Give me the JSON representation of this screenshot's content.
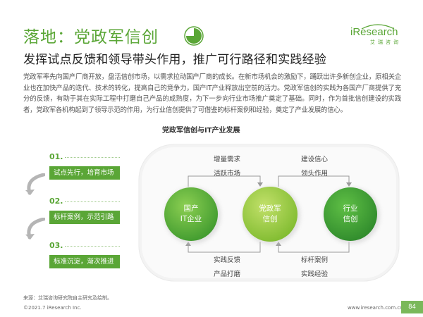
{
  "header": {
    "title": "落地：党政军信创",
    "subtitle": "发挥试点反馈和领导带头作用，推广可行路径和实践经验"
  },
  "logo": {
    "main": "iResearch",
    "sub": "艾瑞咨询"
  },
  "body": {
    "paragraph": "党政军率先向国产厂商开放，盘活信创市场，以需求拉动国产厂商的成长。在新市场机会的激励下，踊跃出许多新创企业，原相关企业也在加快产品的迭代、技术的转化，提高自己的竞争力，国产IT产业释放出空前的活力。党政军信创的实践为各国产厂商提供了充分的反馈，有助于其在实际工程中打磨自己产品的成熟度，为下一步向行业市场推广奠定了基础。同时，作为首批信创建设的实践者，党政军各机构起到了领导示范的作用，为行业信创提供了可借鉴的标杆案例和经验，奠定了产业发展的信心。"
  },
  "diagram": {
    "title": "党政军信创与IT产业发展",
    "steps": [
      {
        "num": "01.",
        "label": "试点先行，培育市场"
      },
      {
        "num": "02.",
        "label": "标杆案例，示范引路"
      },
      {
        "num": "03.",
        "label": "标准沉淀，渐次推进"
      }
    ],
    "circles": {
      "left": [
        "国产",
        "IT企业"
      ],
      "center": [
        "党政军",
        "信创"
      ],
      "right": [
        "行业",
        "信创"
      ]
    },
    "labels": {
      "top_left": [
        "增量需求",
        "活跃市场"
      ],
      "top_right": [
        "建设信心",
        "领头作用"
      ],
      "bottom_left": [
        "实践反馈",
        "产品打磨"
      ],
      "bottom_right": [
        "标杆案例",
        "实践经验"
      ]
    },
    "colors": {
      "primary": "#5aa636",
      "dark": "#3f8a2a",
      "light": "#8cc63e"
    }
  },
  "footer": {
    "source": "来源：艾瑞咨询研究院自主研究及绘制。",
    "copyright": "©2021.7 iResearch Inc.",
    "website": "www.iresearch.com.cn",
    "page": "84"
  }
}
